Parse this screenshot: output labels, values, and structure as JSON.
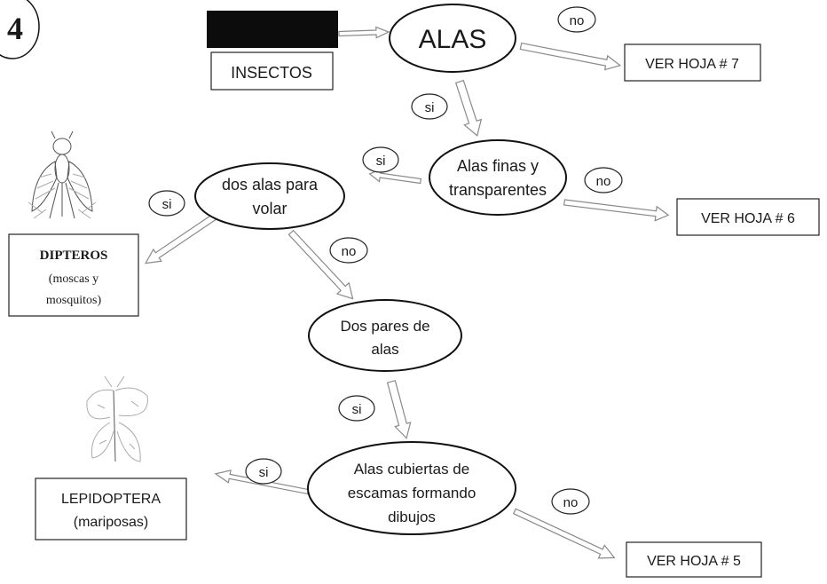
{
  "page_number": "4",
  "start": {
    "label": "INSECTOS"
  },
  "nodes": {
    "alas": "ALAS",
    "alas_finas": [
      "Alas finas y",
      "transparentes"
    ],
    "dos_alas": [
      "dos alas para",
      "volar"
    ],
    "dos_pares": [
      "Dos pares de",
      "alas"
    ],
    "alas_cubiertas": [
      "Alas cubiertas de",
      "escamas  formando",
      "dibujos"
    ]
  },
  "results": {
    "hoja7": "VER HOJA # 7",
    "hoja6": "VER HOJA # 6",
    "hoja5": "VER HOJA # 5",
    "dipteros": {
      "title": "DIPTEROS",
      "sub1": "(moscas  y",
      "sub2": "mosquitos)"
    },
    "lepidoptera": {
      "title": "LEPIDOPTERA",
      "sub": "(mariposas)"
    }
  },
  "labels": {
    "si": "si",
    "no": "no"
  },
  "colors": {
    "line": "#111111",
    "arrow_stroke": "#8a8a8a",
    "black_box": "#0c0c0c",
    "background": "#ffffff"
  },
  "illustrations": [
    "fly-drawing",
    "butterfly-drawing"
  ]
}
